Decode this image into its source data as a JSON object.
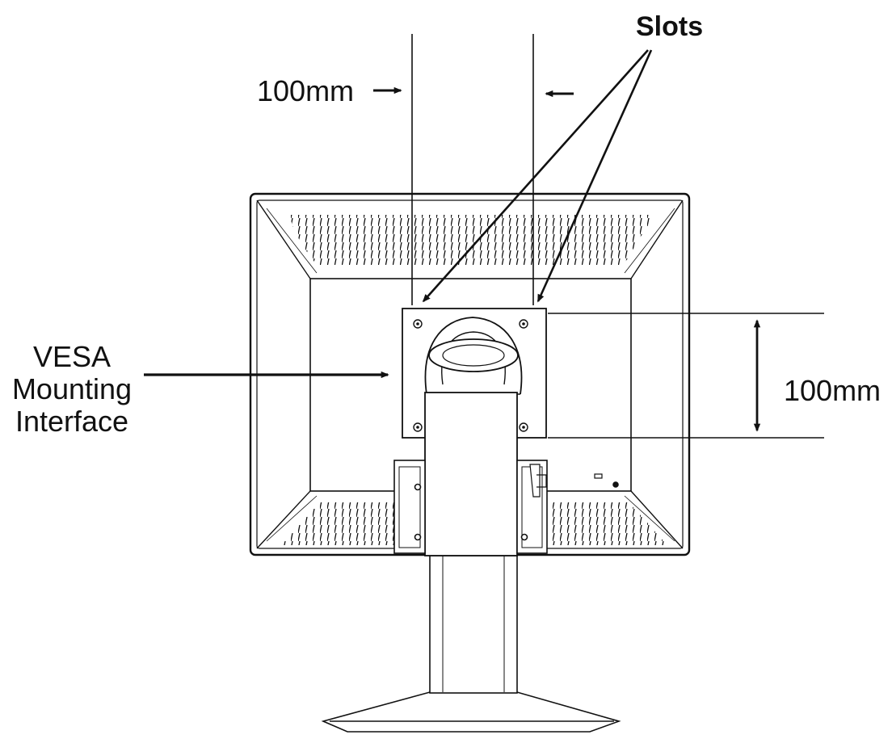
{
  "diagram": {
    "labels": {
      "slots": "Slots",
      "horizontal_spacing": "100mm",
      "vertical_spacing": "100mm",
      "vesa_line1": "VESA",
      "vesa_line2": "Mounting",
      "vesa_line3": "Interface"
    },
    "colors": {
      "line": "#111111",
      "fill": "#ffffff"
    }
  }
}
